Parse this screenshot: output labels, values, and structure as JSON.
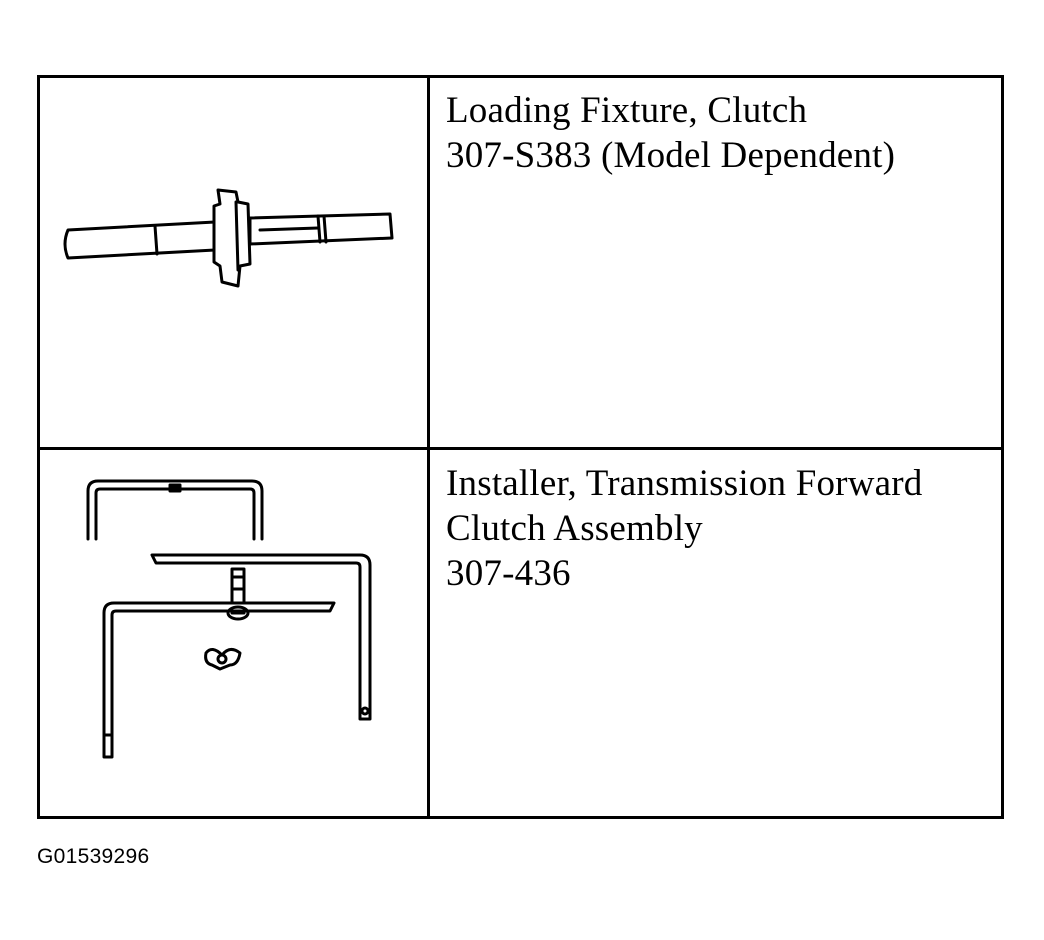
{
  "tools": [
    {
      "lines": [
        "Loading Fixture, Clutch",
        "307-S383 (Model Dependent)"
      ],
      "icon": "clutch-loading-fixture"
    },
    {
      "lines": [
        "Installer, Transmission Forward",
        "Clutch Assembly",
        "307-436"
      ],
      "icon": "forward-clutch-installer"
    }
  ],
  "figure_id": "G01539296"
}
